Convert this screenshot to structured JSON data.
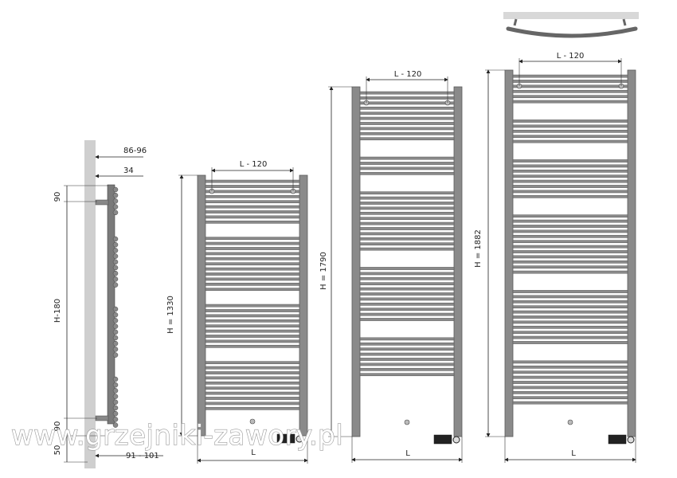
{
  "side_view": {
    "depth_total": "86-96",
    "depth_pipe": "34",
    "top_offset": "90",
    "height_label": "H-180",
    "bottom_offset": "90",
    "floor_offset": "50",
    "wall_distance": "91 - 101"
  },
  "radiators": [
    {
      "height_label": "H = 1330",
      "spacing_label": "L - 120",
      "width_label": "L"
    },
    {
      "height_label": "H = 1790",
      "spacing_label": "L - 120",
      "width_label": "L"
    },
    {
      "height_label": "H = 1882",
      "spacing_label": "L - 120",
      "width_label": "L"
    }
  ],
  "watermark": "www.grzejniki-zawory.pl",
  "colors": {
    "frame": "#8a8a8a",
    "frame_dark": "#5a5a5a",
    "wall": "#cfcfcf",
    "line": "#222222"
  }
}
